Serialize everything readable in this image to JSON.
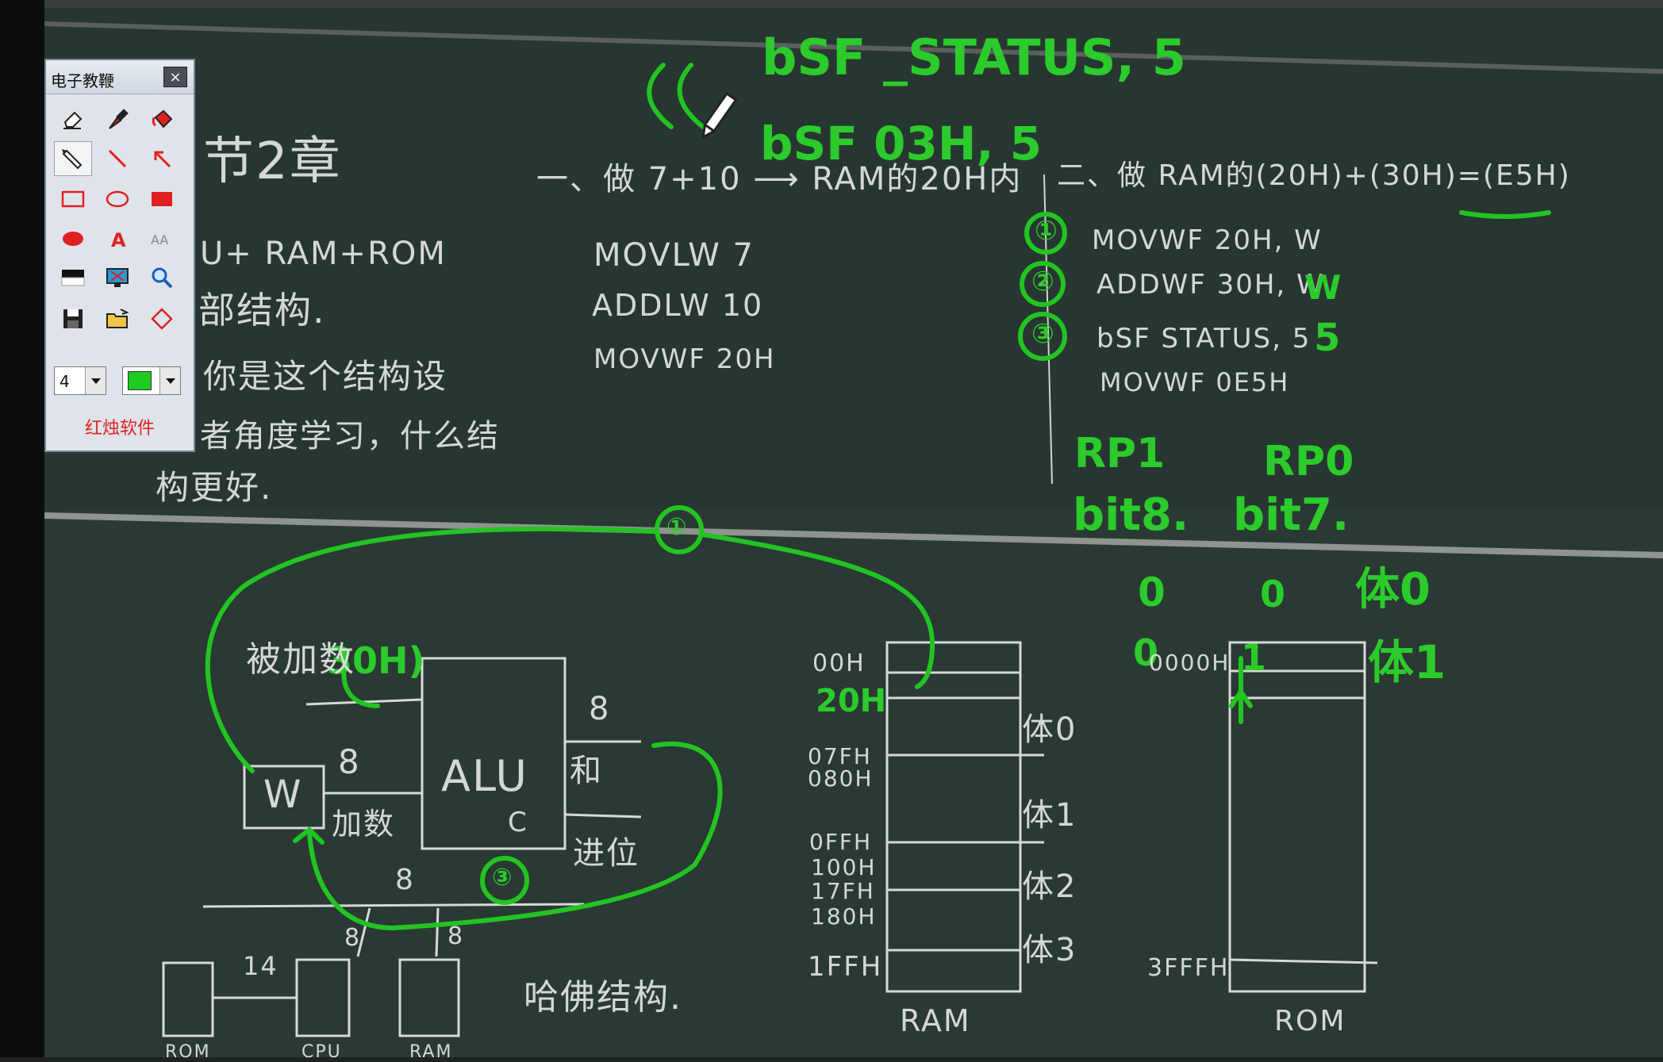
{
  "toolbar": {
    "title": "电子教鞭",
    "close_label": "×",
    "pen_width": "4",
    "pen_color": "#1ecb1e",
    "brand": "红烛软件",
    "tools": [
      "eraser-icon",
      "dropper-icon",
      "paint-bucket-icon",
      "pen-icon",
      "line-icon",
      "arrow-icon",
      "rectangle-icon",
      "ellipse-icon",
      "filled-rectangle-icon",
      "filled-ellipse-icon",
      "text-icon",
      "font-size-icon",
      "screen-black-icon",
      "screen-icon",
      "zoom-icon",
      "save-icon",
      "open-icon",
      "diamond-icon"
    ]
  },
  "board": {
    "upper": {
      "chapter": "节2章",
      "line1": "U+ RAM+ROM",
      "line2": "部结构.",
      "line3": "你是这个结构设",
      "line4": "者角度学习，什么结",
      "line5": "构更好.",
      "task1_title": "一、做 7+10 ⟶ RAM的20H内",
      "task1_code": [
        "MOVLW   7",
        "ADDLW    10",
        "MOVWF   20H"
      ],
      "task2_title": "二、做 RAM的(20H)+(30H)=(E5H)",
      "task2_code": [
        "MOVWF  20H, W",
        "ADDWF    30H, W",
        "bSF  STATUS, 5",
        "MOVWF  0E5H"
      ]
    },
    "green_notes": {
      "top1": "bSF  _STATUS, 5",
      "top2": "bSF   03H, 5",
      "step_nums": [
        "①",
        "②",
        "③"
      ],
      "rp1": "RP1",
      "rp0": "RP0",
      "bit8": "bit8.",
      "bit7": "bit7.",
      "zero_a": "0",
      "zero_b": "0",
      "zero_c": "0",
      "one": "1",
      "bank0": "体0",
      "bank1": "体1",
      "w_suffix": "W",
      "five": "5",
      "hex30": "30H)",
      "hex20": "20H",
      "circle3": "③",
      "circle1": "①"
    },
    "lower": {
      "alu": "ALU",
      "carry_c": "C",
      "w_reg": "W",
      "augend": "被加数",
      "addend": "加数",
      "sum": "和",
      "carry": "进位",
      "bus8_a": "8",
      "bus8_b": "8",
      "bus8_c": "8",
      "bus8_d": "8",
      "bus8_e": "8",
      "bus14": "14",
      "harvard": "哈佛结构.",
      "ram_addrs": [
        "00H",
        "07FH",
        "080H",
        "0FFH",
        "100H",
        "17FH",
        "180H",
        "1FFH"
      ],
      "ram_banks": [
        "体0",
        "体1",
        "体2",
        "体3"
      ],
      "ram_label": "RAM",
      "rom_addr_top": "0000H",
      "rom_addr_bottom": "3FFFH",
      "rom_label": "ROM",
      "bottom_boxes": [
        "ROM",
        "CPU",
        "RAM"
      ]
    }
  }
}
